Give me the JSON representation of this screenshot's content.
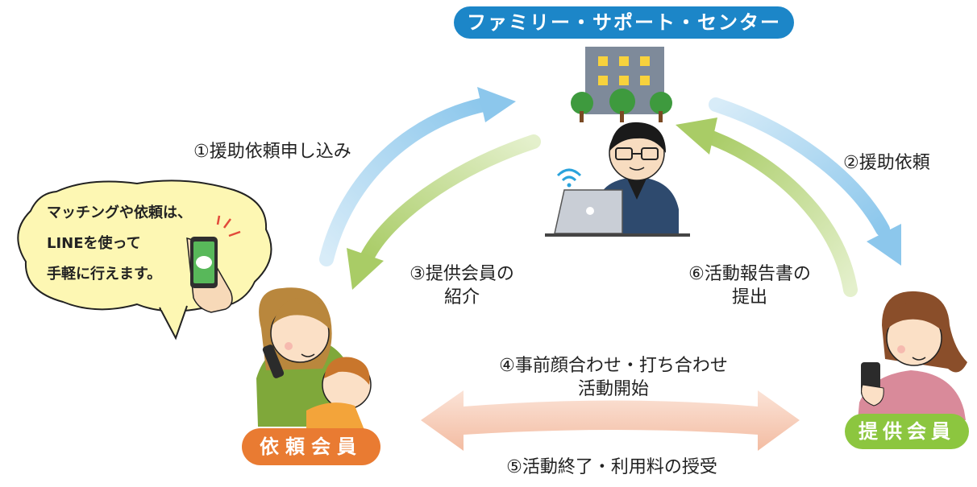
{
  "center_title": "ファミリー・サポート・センター",
  "requester_label": "依頼会員",
  "provider_label": "提供会員",
  "steps": {
    "s1": "①援助依頼申し込み",
    "s2": "②援助依頼",
    "s3_line1": "③提供会員の",
    "s3_line2": "紹介",
    "s4_line1": "④事前顔合わせ・打ち合わせ",
    "s4_line2": "活動開始",
    "s5": "⑤活動終了・利用料の授受",
    "s6_line1": "⑥活動報告書の",
    "s6_line2": "提出"
  },
  "bubble": {
    "line1": "マッチングや依頼は、",
    "line2": "LINEを使って",
    "line3": "手軽に行えます。"
  },
  "colors": {
    "blue_arrow": "#a9d4ef",
    "green_arrow": "#bcd88a",
    "pink_arrow": "#f6cdb9",
    "center_blue": "#1c86c8",
    "requester_orange": "#e97b32",
    "provider_green": "#8cc63f",
    "bubble_fill": "#fdf7b3"
  }
}
